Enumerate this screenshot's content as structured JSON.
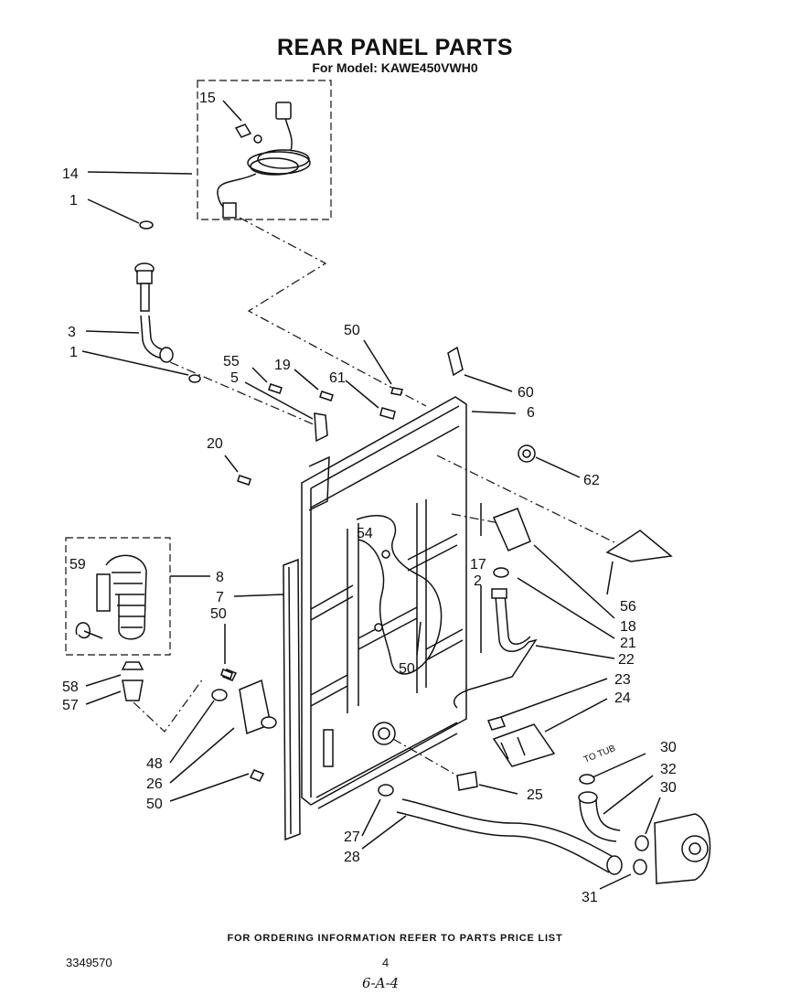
{
  "header": {
    "title": "REAR PANEL PARTS",
    "model_line": "For Model: KAWE450VWH0"
  },
  "callouts": [
    {
      "id": "c15",
      "label": "15"
    },
    {
      "id": "c14",
      "label": "14"
    },
    {
      "id": "c1a",
      "label": "1"
    },
    {
      "id": "c3",
      "label": "3"
    },
    {
      "id": "c1b",
      "label": "1"
    },
    {
      "id": "c55",
      "label": "55"
    },
    {
      "id": "c5",
      "label": "5"
    },
    {
      "id": "c19",
      "label": "19"
    },
    {
      "id": "c61",
      "label": "61"
    },
    {
      "id": "c50a",
      "label": "50"
    },
    {
      "id": "c60",
      "label": "60"
    },
    {
      "id": "c6",
      "label": "6"
    },
    {
      "id": "c20",
      "label": "20"
    },
    {
      "id": "c62",
      "label": "62"
    },
    {
      "id": "c54",
      "label": "54"
    },
    {
      "id": "c17",
      "label": "17"
    },
    {
      "id": "c2",
      "label": "2"
    },
    {
      "id": "c59",
      "label": "59"
    },
    {
      "id": "c8",
      "label": "8"
    },
    {
      "id": "c7",
      "label": "7"
    },
    {
      "id": "c50b",
      "label": "50"
    },
    {
      "id": "c56",
      "label": "56"
    },
    {
      "id": "c18",
      "label": "18"
    },
    {
      "id": "c21",
      "label": "21"
    },
    {
      "id": "c22",
      "label": "22"
    },
    {
      "id": "c50c",
      "label": "50"
    },
    {
      "id": "c23",
      "label": "23"
    },
    {
      "id": "c24",
      "label": "24"
    },
    {
      "id": "c58",
      "label": "58"
    },
    {
      "id": "c57",
      "label": "57"
    },
    {
      "id": "c48",
      "label": "48"
    },
    {
      "id": "c26",
      "label": "26"
    },
    {
      "id": "c50d",
      "label": "50"
    },
    {
      "id": "c25",
      "label": "25"
    },
    {
      "id": "c30a",
      "label": "30"
    },
    {
      "id": "c32",
      "label": "32"
    },
    {
      "id": "c30b",
      "label": "30"
    },
    {
      "id": "c27",
      "label": "27"
    },
    {
      "id": "c28",
      "label": "28"
    },
    {
      "id": "c31",
      "label": "31"
    }
  ],
  "annotations": {
    "to_tub": "TO TUB"
  },
  "footer": {
    "ordering_note": "FOR ORDERING INFORMATION REFER TO PARTS PRICE LIST",
    "doc_number": "3349570",
    "page_number": "4",
    "handwritten_note": "6-A-4"
  }
}
